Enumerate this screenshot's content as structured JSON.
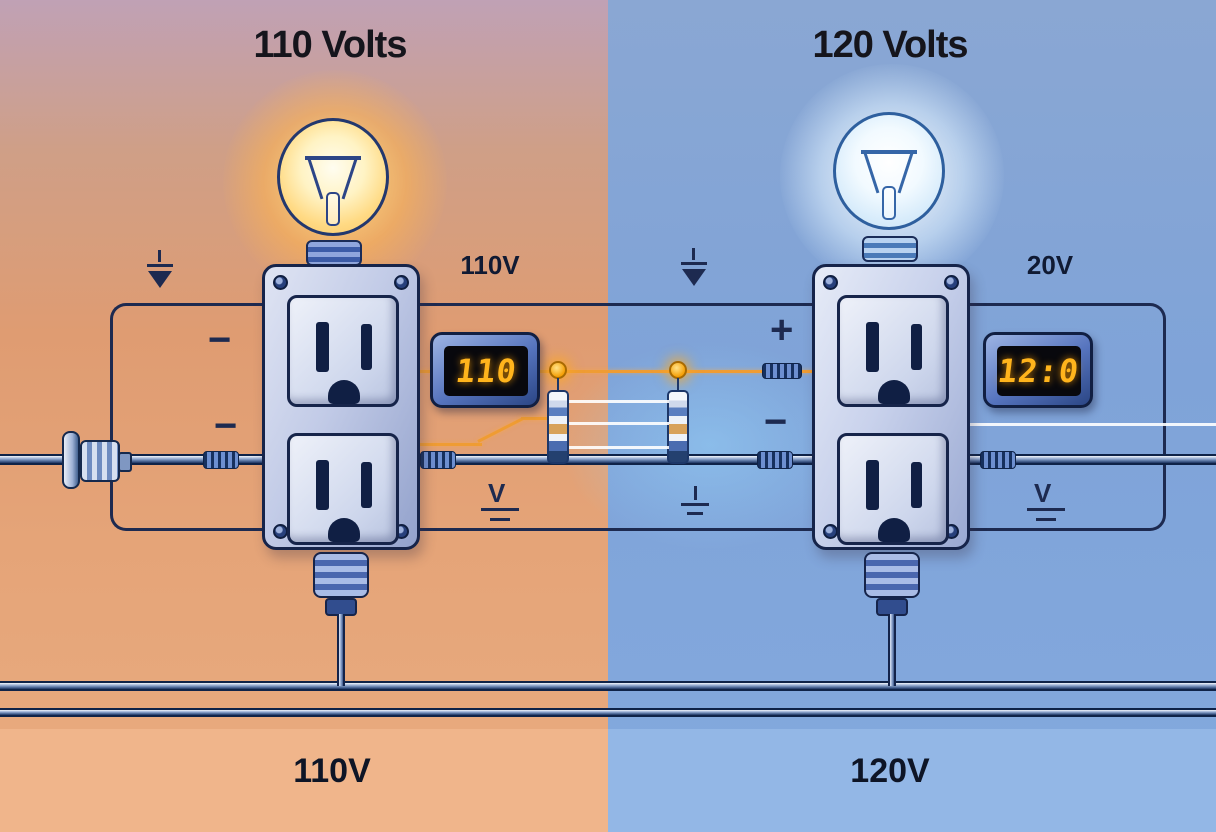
{
  "panels": [
    {
      "title": "110 Volts",
      "meter_label": "110V",
      "meter_reading": "110",
      "bottom_label": "110V",
      "polarity_top": "−",
      "polarity_bottom": "−",
      "ground_glyph": "V"
    },
    {
      "title": "120 Volts",
      "meter_label": "20V",
      "meter_reading": "12:0",
      "bottom_label": "120V",
      "polarity_top": "+",
      "polarity_bottom": "−",
      "ground_glyph": "V"
    }
  ],
  "icons": [
    "light-bulb-icon",
    "duplex-outlet-icon",
    "voltmeter-icon",
    "fuse-icon",
    "plug-icon",
    "ground-arrow-icon",
    "ground-v-icon",
    "ground-bars-icon"
  ],
  "colors": {
    "left_bg_top": "#c0a1b5",
    "left_bg_bottom": "#e9ac80",
    "left_footer": "#f0b58b",
    "right_bg": "#80a3d7",
    "right_footer": "#93b7e6",
    "circuit_line": "#1d2a50",
    "orange_wire": "#ef9c33",
    "meter_digits": "#ffb41c",
    "warm_glow": "#ffc35e",
    "cool_glow": "#e8f4ff"
  }
}
